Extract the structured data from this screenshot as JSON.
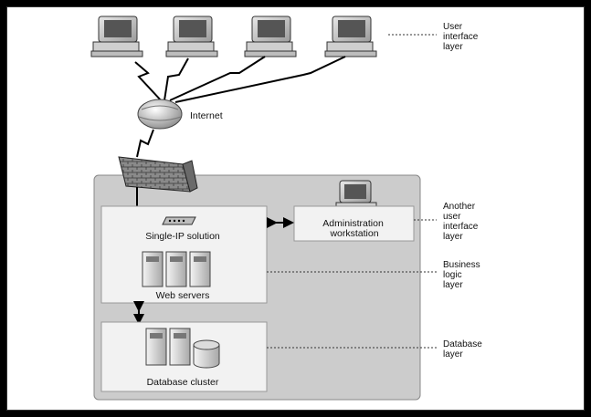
{
  "diagram": {
    "internet_label": "Internet",
    "single_ip_label": "Single-IP solution",
    "web_servers_label": "Web servers",
    "database_cluster_label": "Database cluster",
    "admin_label_line1": "Administration",
    "admin_label_line2": "workstation",
    "layers": {
      "user_interface": [
        "User",
        "interface",
        "layer"
      ],
      "another_user_interface": [
        "Another",
        "user",
        "interface",
        "layer"
      ],
      "business_logic": [
        "Business",
        "logic",
        "layer"
      ],
      "database": [
        "Database",
        "layer"
      ]
    }
  }
}
